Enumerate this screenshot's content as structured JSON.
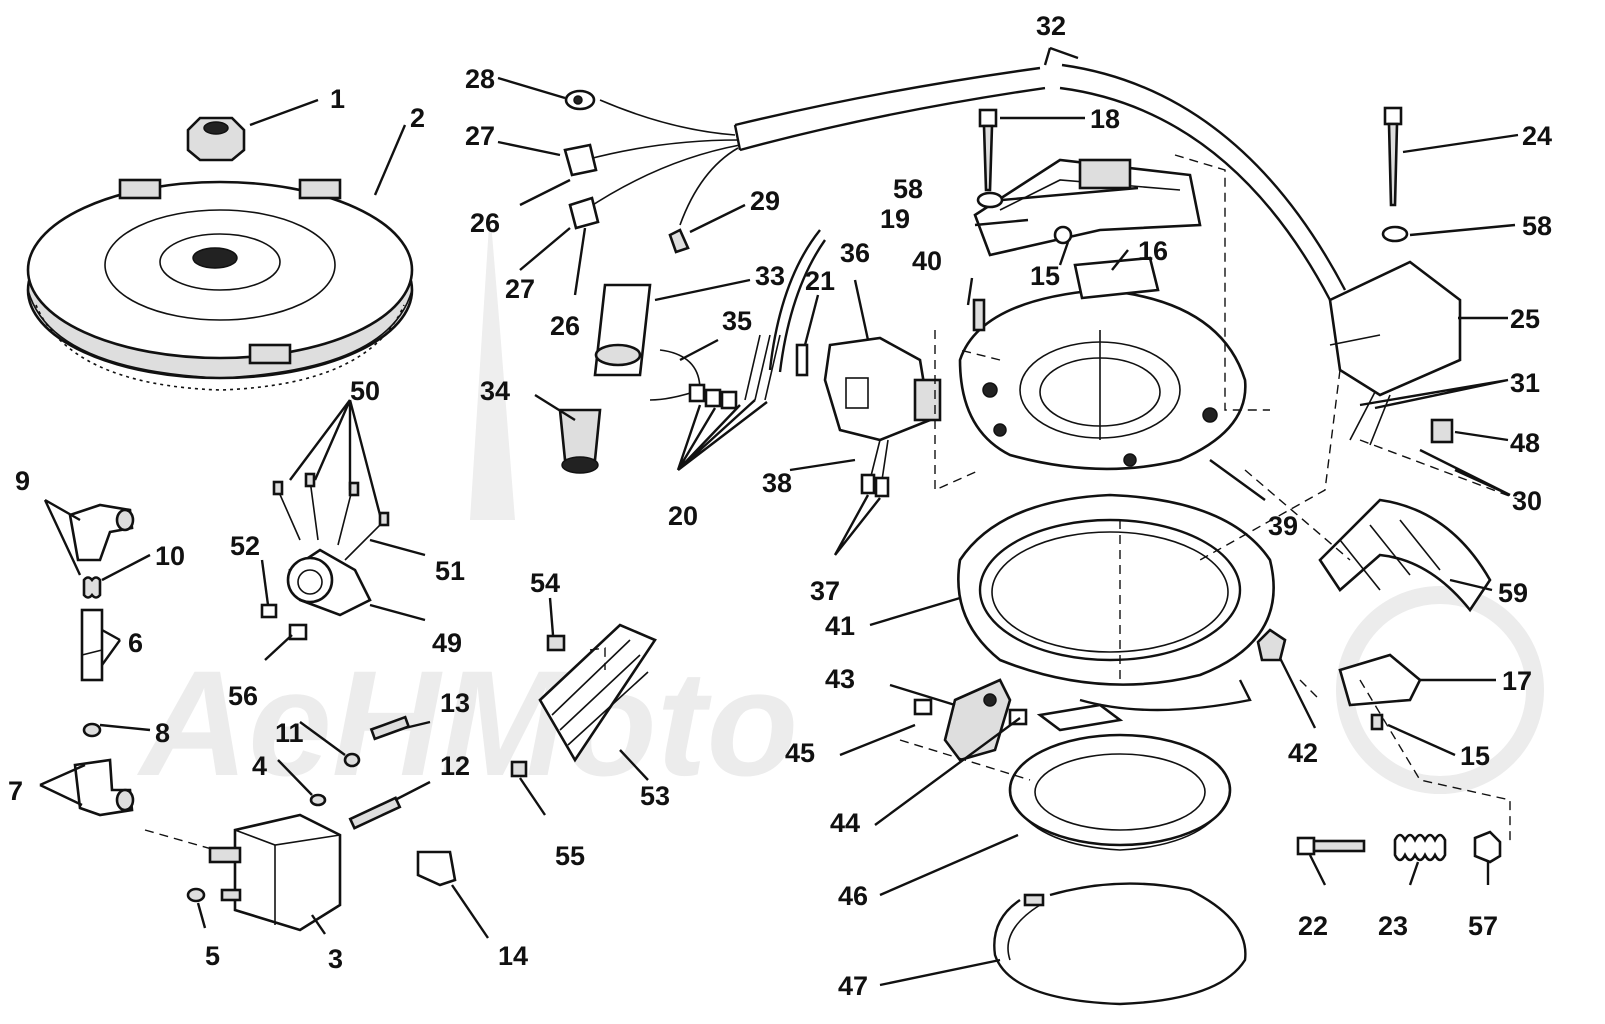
{
  "watermark": "AeHMoto",
  "callouts": [
    {
      "id": "c1",
      "label": "1"
    },
    {
      "id": "c2",
      "label": "2"
    },
    {
      "id": "c3",
      "label": "3"
    },
    {
      "id": "c4",
      "label": "4"
    },
    {
      "id": "c5",
      "label": "5"
    },
    {
      "id": "c6",
      "label": "6"
    },
    {
      "id": "c7",
      "label": "7"
    },
    {
      "id": "c8",
      "label": "8"
    },
    {
      "id": "c9",
      "label": "9"
    },
    {
      "id": "c10",
      "label": "10"
    },
    {
      "id": "c11",
      "label": "11"
    },
    {
      "id": "c12",
      "label": "12"
    },
    {
      "id": "c13",
      "label": "13"
    },
    {
      "id": "c14",
      "label": "14"
    },
    {
      "id": "c15a",
      "label": "15"
    },
    {
      "id": "c15b",
      "label": "15"
    },
    {
      "id": "c16",
      "label": "16"
    },
    {
      "id": "c17",
      "label": "17"
    },
    {
      "id": "c18",
      "label": "18"
    },
    {
      "id": "c19",
      "label": "19"
    },
    {
      "id": "c20",
      "label": "20"
    },
    {
      "id": "c21",
      "label": "21"
    },
    {
      "id": "c22",
      "label": "22"
    },
    {
      "id": "c23",
      "label": "23"
    },
    {
      "id": "c24",
      "label": "24"
    },
    {
      "id": "c25",
      "label": "25"
    },
    {
      "id": "c26a",
      "label": "26"
    },
    {
      "id": "c26b",
      "label": "26"
    },
    {
      "id": "c27a",
      "label": "27"
    },
    {
      "id": "c27b",
      "label": "27"
    },
    {
      "id": "c28",
      "label": "28"
    },
    {
      "id": "c29",
      "label": "29"
    },
    {
      "id": "c30",
      "label": "30"
    },
    {
      "id": "c31",
      "label": "31"
    },
    {
      "id": "c32",
      "label": "32"
    },
    {
      "id": "c33",
      "label": "33"
    },
    {
      "id": "c34",
      "label": "34"
    },
    {
      "id": "c35",
      "label": "35"
    },
    {
      "id": "c36",
      "label": "36"
    },
    {
      "id": "c37",
      "label": "37"
    },
    {
      "id": "c38",
      "label": "38"
    },
    {
      "id": "c39",
      "label": "39"
    },
    {
      "id": "c40",
      "label": "40"
    },
    {
      "id": "c41",
      "label": "41"
    },
    {
      "id": "c42",
      "label": "42"
    },
    {
      "id": "c43",
      "label": "43"
    },
    {
      "id": "c44",
      "label": "44"
    },
    {
      "id": "c45",
      "label": "45"
    },
    {
      "id": "c46",
      "label": "46"
    },
    {
      "id": "c47",
      "label": "47"
    },
    {
      "id": "c48",
      "label": "48"
    },
    {
      "id": "c49",
      "label": "49"
    },
    {
      "id": "c50",
      "label": "50"
    },
    {
      "id": "c51",
      "label": "51"
    },
    {
      "id": "c52",
      "label": "52"
    },
    {
      "id": "c53",
      "label": "53"
    },
    {
      "id": "c54",
      "label": "54"
    },
    {
      "id": "c55",
      "label": "55"
    },
    {
      "id": "c56",
      "label": "56"
    },
    {
      "id": "c57",
      "label": "57"
    },
    {
      "id": "c58a",
      "label": "58"
    },
    {
      "id": "c58b",
      "label": "58"
    },
    {
      "id": "c59",
      "label": "59"
    }
  ]
}
